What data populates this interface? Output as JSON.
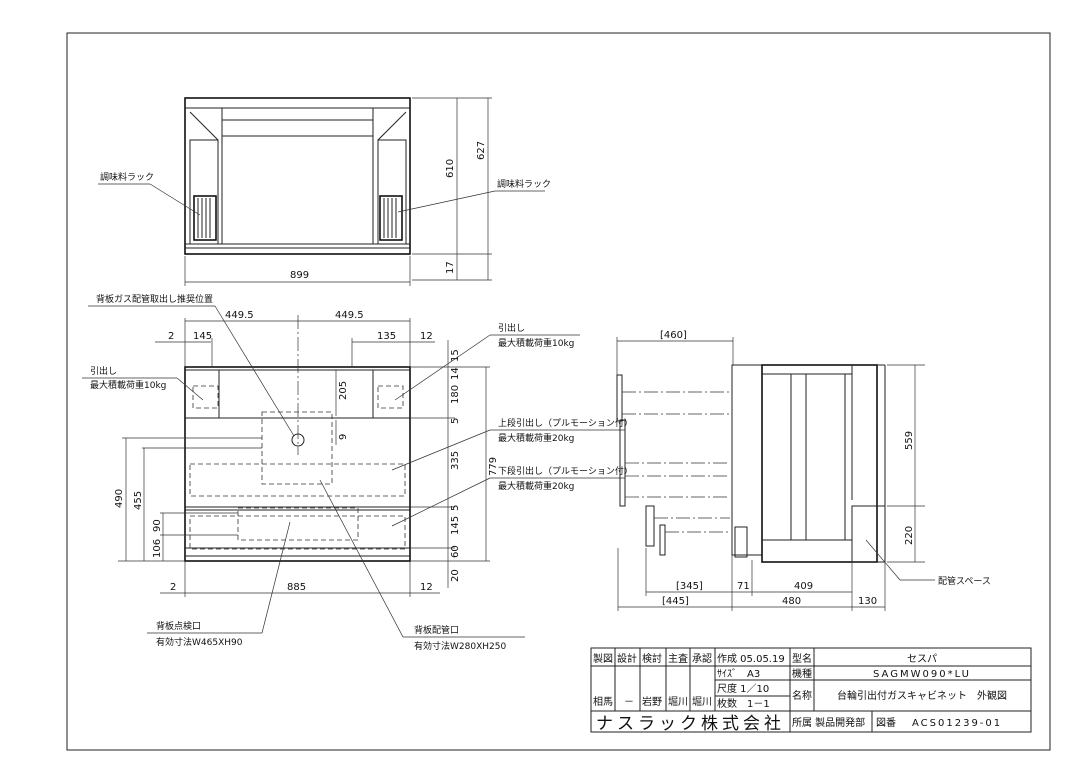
{
  "top_view": {
    "label_left": "調味料ラック",
    "label_right": "調味料ラック",
    "dim_width": "899",
    "dim_depth_610": "610",
    "dim_depth_627": "627",
    "dim_17": "17"
  },
  "front_view": {
    "gas_pipe_label": "背板ガス配管取出し推奨位置",
    "dim_half_left": "449.5",
    "dim_half_right": "449.5",
    "dim_2_top": "2",
    "dim_145_top": "145",
    "dim_135": "135",
    "dim_12_top": "12",
    "drawer_left_title": "引出し",
    "drawer_left_load": "最大積載荷重10kg",
    "drawer_right_title": "引出し",
    "drawer_right_load": "最大積載荷重10kg",
    "upper_drawer_title": "上段引出し（プルモーション付）",
    "upper_drawer_load": "最大積載荷重20kg",
    "lower_drawer_title": "下段引出し（プルモーション付）",
    "lower_drawer_load": "最大積載荷重20kg",
    "dim_15": "15",
    "dim_14": "14",
    "dim_180": "180",
    "dim_5a": "5",
    "dim_335": "335",
    "dim_779": "779",
    "dim_5b": "5",
    "dim_145_right": "145",
    "dim_60": "60",
    "dim_20": "20",
    "dim_205": "205",
    "dim_9": "9",
    "dim_490": "490",
    "dim_455": "455",
    "dim_90": "90",
    "dim_106": "106",
    "dim_2_bottom": "2",
    "dim_885": "885",
    "dim_12_bottom": "12",
    "inspection_title": "背板点検口",
    "inspection_size": "有効寸法W465XH90",
    "pipe_port_title": "背板配管口",
    "pipe_port_size": "有効寸法W280XH250"
  },
  "side_view": {
    "dim_460": "[460]",
    "dim_559": "559",
    "dim_220": "220",
    "pipe_space_label": "配管スペース",
    "dim_345": "[345]",
    "dim_71": "71",
    "dim_409": "409",
    "dim_445": "[445]",
    "dim_480": "480",
    "dim_130": "130"
  },
  "title_block": {
    "h_draft": "製図",
    "h_design": "設計",
    "h_review": "検討",
    "h_chief": "主査",
    "h_approve": "承認",
    "created": "作成 05.05.19",
    "size": "ｻｲｽﾞ　A3",
    "scale": "尺度 1／10",
    "sheets": "枚数　1－1",
    "s_draft": "相馬",
    "s_design": "－",
    "s_review": "岩野",
    "s_chief": "堀川",
    "s_approve": "堀川",
    "model_label": "型名",
    "model_value": "セスパ",
    "type_label": "機種",
    "type_value": "SAGMW090*LU",
    "name_label": "名称",
    "name_value": "台輪引出付ガスキャビネット　外観図",
    "company": "ナスラック株式会社",
    "dept": "所属 製品開発部",
    "drawing_no_label": "図番",
    "drawing_no": "ACS01239-01"
  }
}
